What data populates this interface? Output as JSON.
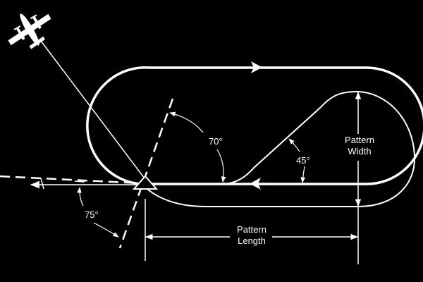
{
  "labels": {
    "angle_70": "70°",
    "angle_45": "45°",
    "angle_75": "75°",
    "pattern_width_line1": "Pattern",
    "pattern_width_line2": "Width",
    "pattern_length_line1": "Pattern",
    "pattern_length_line2": "Length"
  },
  "colors": {
    "background": "#000000",
    "stroke": "#ffffff"
  }
}
